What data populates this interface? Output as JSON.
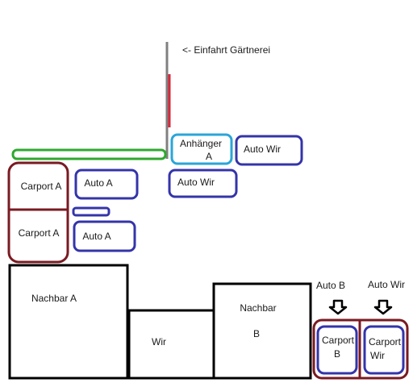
{
  "labels": {
    "einfahrt": "<- Einfahrt Gärtnerei",
    "anhaenger_line1": "Anhänger",
    "anhaenger_line2": "A",
    "auto_wir_top": "Auto Wir",
    "carport_a_top": "Carport A",
    "auto_a_top": "Auto A",
    "auto_wir_mid": "Auto Wir",
    "carport_a_bottom": "Carport A",
    "auto_a_bottom": "Auto A",
    "nachbar_a": "Nachbar A",
    "wir": "Wir",
    "nachbar_b_line1": "Nachbar",
    "nachbar_b_line2": "B",
    "auto_b_header": "Auto B",
    "auto_wir_header": "Auto Wir",
    "carport_b_line1": "Carport",
    "carport_b_line2": "B",
    "carport_wir_line1": "Carport",
    "carport_wir_line2": "Wir"
  },
  "colors": {
    "driveway_pole": "#808080",
    "gate": "#d8283c",
    "hedge": "#2fa82f",
    "carport": "#7a1a22",
    "auto": "#3434aa",
    "anhaenger": "#2aa6d8",
    "building": "#000000"
  }
}
